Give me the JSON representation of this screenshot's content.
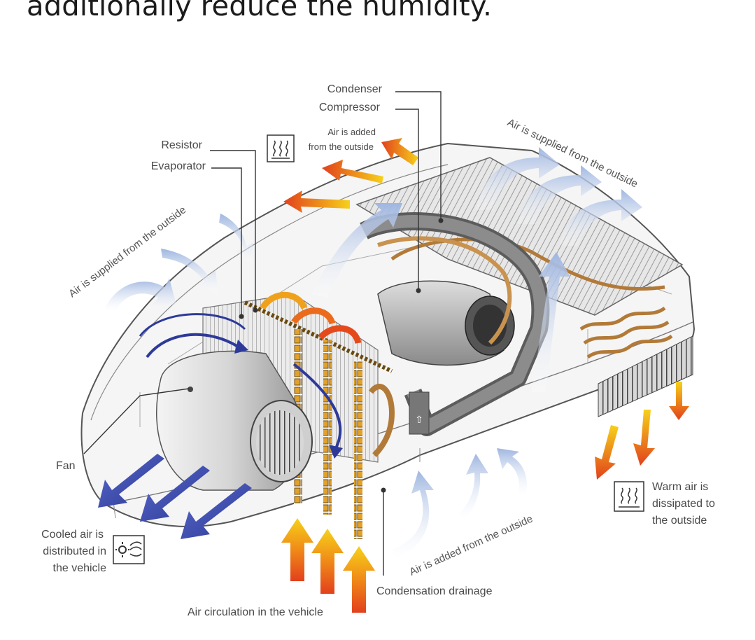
{
  "headline": "additionally reduce the humidity.",
  "labels": {
    "condenser": "Condenser",
    "compressor": "Compressor",
    "resistor": "Resistor",
    "evaporator": "Evaporator",
    "fan": "Fan",
    "air_added_line1": "Air is added",
    "air_added_line2": "from the outside",
    "air_supplied_right": "Air is supplied from the outside",
    "air_supplied_left": "Air is supplied from the outside",
    "air_added_bottom": "Air is added from the outside",
    "warm_air_line1": "Warm air is",
    "warm_air_line2": "dissipated to",
    "warm_air_line3": "the outside",
    "cooled_line1": "Cooled air is",
    "cooled_line2": "distributed in",
    "cooled_line3": "the vehicle",
    "condensation": "Condensation drainage",
    "circulation": "Air circulation in the vehicle"
  },
  "icons": {
    "heat": "heat-waves-icon",
    "fan_airflow": "fan-airflow-icon"
  },
  "colors": {
    "cold_arrow": "#2f3c9c",
    "light_arrow": "#a9bde0",
    "warm_arrow_start": "#f6d11a",
    "warm_arrow_end": "#e2401c",
    "copper": "#c9924e",
    "outline": "#555555",
    "label_text": "#4a4a4a"
  }
}
